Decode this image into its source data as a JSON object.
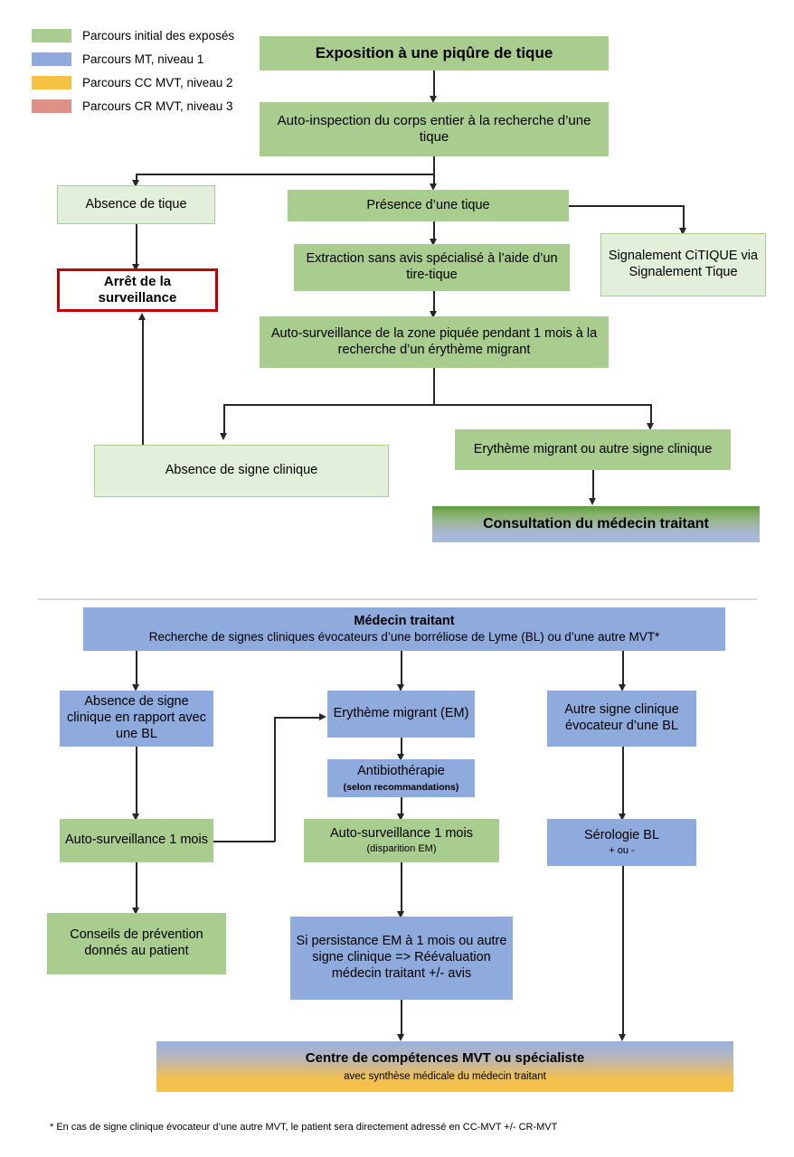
{
  "legend": {
    "items": [
      {
        "label": "Parcours initial des exposés",
        "color": "#a9cd8e",
        "name": "legend-initial"
      },
      {
        "label": "Parcours MT, niveau 1",
        "color": "#8faadc",
        "name": "legend-mt-niveau1"
      },
      {
        "label": "Parcours CC MVT, niveau 2",
        "color": "#f5c242",
        "name": "legend-cc-mvt-niveau2"
      },
      {
        "label": "Parcours CR MVT, niveau 3",
        "color": "#dd9285",
        "name": "legend-cr-mvt-niveau3"
      }
    ]
  },
  "flow_top": {
    "exposition": "Exposition à une piqûre de tique",
    "auto_inspection": "Auto-inspection du corps entier à la recherche d’une tique",
    "absence_tique": "Absence de tique",
    "presence_tique": "Présence d’une tique",
    "signalement": "Signalement CiTIQUE via Signalement Tique",
    "extraction": "Extraction sans avis spécialisé à l’aide d’un tire-tique",
    "arret_surveillance": "Arrêt de la surveillance",
    "auto_surveillance": "Auto-surveillance de la zone piquée pendant 1 mois à la recherche d’un érythème migrant",
    "absence_signe": "Absence de signe clinique",
    "erytheme_autre": "Erythème migrant ou autre signe clinique",
    "consultation_mt": "Consultation du médecin traitant"
  },
  "flow_bottom": {
    "medecin_traitant_title": "Médecin traitant",
    "medecin_traitant_sub": "Recherche de signes cliniques évocateurs d’une borréliose de Lyme (BL) ou d’une autre MVT*",
    "absence_signe_bl": "Absence de signe clinique en rapport avec une BL",
    "erytheme_migrant": "Erythème migrant (EM)",
    "autre_signe_bl": "Autre signe clinique évocateur d’une BL",
    "antibiotherapie_title": "Antibiothérapie",
    "antibiotherapie_sub": "(selon recommandations)",
    "auto_surveillance_1mois": "Auto-surveillance 1 mois",
    "auto_surveillance_em_title": "Auto-surveillance 1 mois",
    "auto_surveillance_em_sub": "(disparition EM)",
    "serologie_title": "Sérologie BL",
    "serologie_sub": "+ ou -",
    "conseils_prevention": "Conseils de prévention donnés au patient",
    "persistance_em": "Si persistance EM à 1 mois ou autre signe clinique => Réévaluation médecin traitant +/-  avis",
    "centre_competences_title": "Centre de compétences MVT ou spécialiste",
    "centre_competences_sub": "avec synthèse médicale du médecin traitant"
  },
  "footnote": "* En cas de signe clinique évocateur d’une autre MVT, le patient sera directement adressé en CC-MVT +/- CR-MVT"
}
